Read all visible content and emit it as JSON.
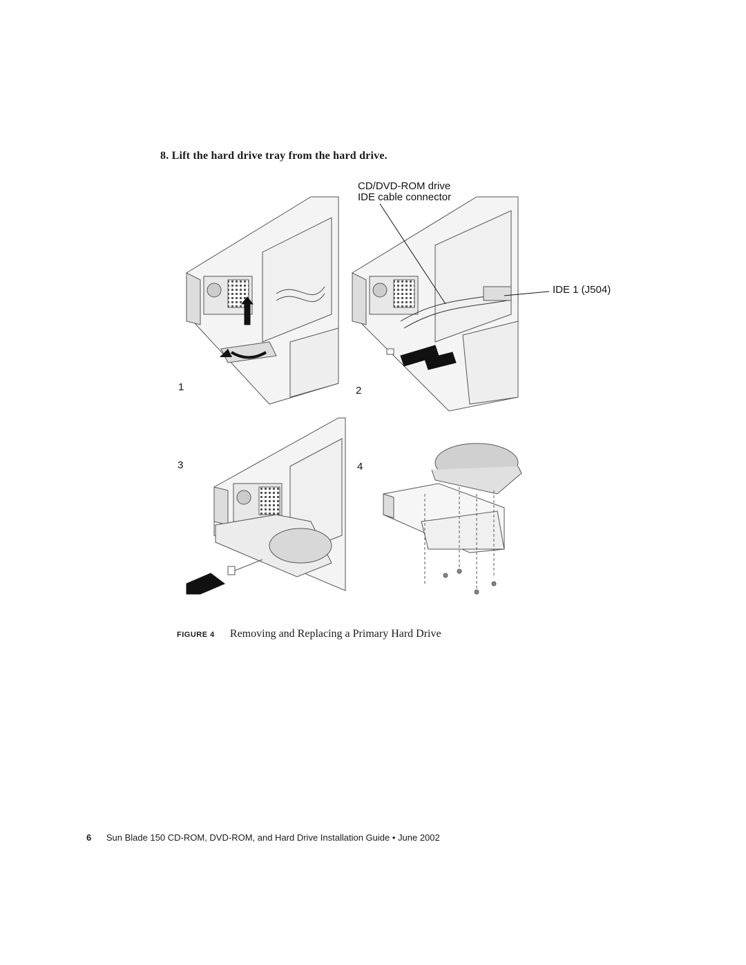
{
  "step": {
    "heading": "8. Lift the hard drive tray from the hard drive."
  },
  "figure": {
    "callouts": {
      "cd_connector_line1": "CD/DVD-ROM drive",
      "cd_connector_line2": "IDE cable connector",
      "ide_j504": "IDE 1 (J504)"
    },
    "panels": [
      "1",
      "2",
      "3",
      "4"
    ]
  },
  "caption": {
    "label": "FIGURE 4",
    "title": "Removing and Replacing a Primary Hard Drive"
  },
  "footer": {
    "page_number": "6",
    "text": "Sun Blade 150 CD-ROM, DVD-ROM, and Hard Drive Installation Guide • June 2002"
  }
}
